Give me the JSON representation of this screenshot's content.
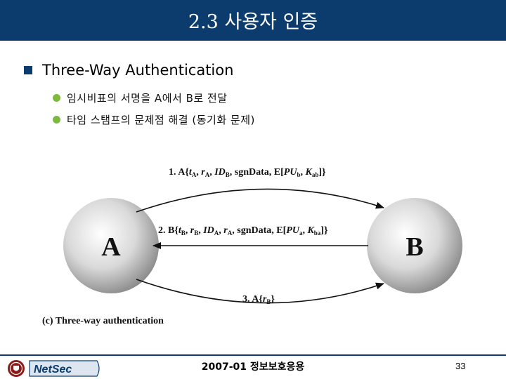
{
  "title": "2.3 사용자 인증",
  "bullets": {
    "main": "Three-Way Authentication",
    "sub": [
      "임시비표의 서명을 A에서 B로 전달",
      "타임 스탬프의 문제점 해결 (동기화 문제)"
    ]
  },
  "diagram": {
    "node_a": "A",
    "node_b": "B",
    "caption": "(c) Three-way authentication",
    "messages": [
      {
        "number": "1.",
        "text": "A{tA, rA, IDB, sgnData, E[PUb, Kab]}"
      },
      {
        "number": "2.",
        "text": "B{tB, rB, IDA, rA, sgnData, E[PUa, Kba]}"
      },
      {
        "number": "3.",
        "text": "A{rB}"
      }
    ]
  },
  "footer": {
    "logo_text": "NetSec",
    "center_text": "2007-01 정보보호응용",
    "page_number": "33"
  },
  "colors": {
    "title_bar": "#0b3c6d",
    "bullet_square": "#0b3c6d",
    "bullet_dot": "#7dba3c",
    "seal": "#8b1a1a"
  }
}
